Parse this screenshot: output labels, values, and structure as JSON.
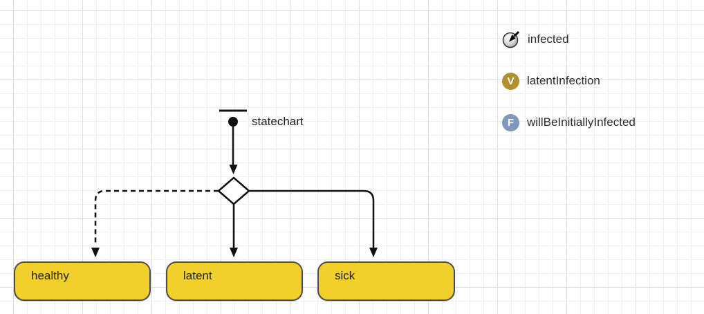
{
  "canvas": {
    "entry_label": "statechart",
    "states": [
      {
        "label": "healthy",
        "transition_style": "dashed"
      },
      {
        "label": "latent",
        "transition_style": "solid"
      },
      {
        "label": "sick",
        "transition_style": "solid"
      }
    ]
  },
  "legend": {
    "items": [
      {
        "label": "infected",
        "icon": "statechart-icon"
      },
      {
        "label": "latentInfection",
        "icon": "variable-icon",
        "badge": "V"
      },
      {
        "label": "willBeInitiallyInfected",
        "icon": "function-icon",
        "badge": "F"
      }
    ]
  },
  "colors": {
    "state_fill": "#F2D02C",
    "state_border": "#4c4c4c",
    "grid_minor": "#efefef",
    "grid_major": "#dcdcdc",
    "variable_badge": "#B1902E",
    "function_badge": "#7E99BD",
    "line": "#111111"
  }
}
